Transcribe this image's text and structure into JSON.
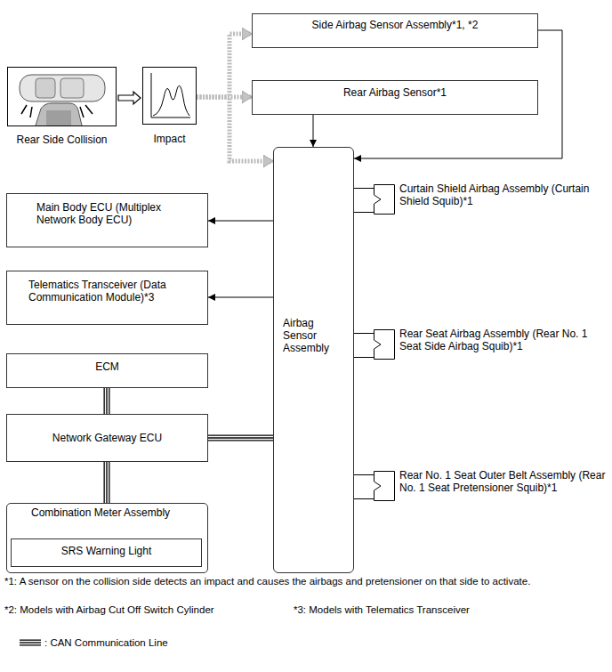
{
  "diagram": {
    "nodes": [
      {
        "text": [
          "Rear Side Collision"
        ]
      },
      {
        "text": [
          "Impact"
        ]
      },
      {
        "text": [
          "Side Airbag Sensor Assembly*1, *2"
        ]
      },
      {
        "text": [
          "Rear Airbag Sensor*1"
        ]
      },
      {
        "text": [
          "Airbag Sensor Assembly"
        ]
      },
      {
        "text": [
          "Main Body ECU (Multiplex Network Body ECU)"
        ]
      },
      {
        "text": [
          "Telematics Transceiver (Data Communication Module)*3"
        ]
      },
      {
        "text": [
          "ECM"
        ]
      },
      {
        "text": [
          "Network Gateway ECU"
        ]
      },
      {
        "text": [
          "Combination Meter Assembly"
        ]
      },
      {
        "text": [
          "SRS Warning Light"
        ],
        "in": 9
      },
      {
        "text": [
          "Curtain Shield Airbag Assembly (Curtain Shield Squib)*1"
        ]
      },
      {
        "text": [
          "Rear Seat Airbag Assembly (Rear No. 1 Seat Side Airbag Squib)*1"
        ]
      },
      {
        "text": [
          "Rear No. 1 Seat Outer Belt Assembly (Rear No. 1 Seat Pretensioner Squib)*1"
        ]
      }
    ],
    "edges": [
      {
        "from": 0,
        "to": 1,
        "arrow": "to"
      },
      {
        "from": 1,
        "to": 2,
        "arrow": "to"
      },
      {
        "from": 1,
        "to": 3,
        "arrow": "to"
      },
      {
        "from": 1,
        "to": 4,
        "arrow": "to"
      },
      {
        "from": 3,
        "to": 4,
        "arrow": "to"
      },
      {
        "from": 2,
        "to": 4,
        "arrow": "to"
      },
      {
        "from": 4,
        "to": 5,
        "arrow": "to"
      },
      {
        "from": 4,
        "to": 6,
        "arrow": "to"
      },
      {
        "from": 4,
        "to": 11,
        "arrow": "none"
      },
      {
        "from": 4,
        "to": 12,
        "arrow": "none"
      },
      {
        "from": 4,
        "to": 13,
        "arrow": "none"
      },
      {
        "from": 7,
        "to": 8,
        "arrow": "none"
      },
      {
        "from": 8,
        "to": 4,
        "arrow": "none"
      },
      {
        "from": 8,
        "to": 9,
        "arrow": "none"
      }
    ],
    "labels": [
      "*1: A sensor on the collision side detects an impact and causes the airbags and pretensioner on that side to activate.",
      "*2: Models with Airbag Cut Off Switch Cylinder",
      "*3: Models with Telematics Transceiver"
    ],
    "legend": [
      {
        "text": ": CAN Communication Line"
      }
    ]
  }
}
